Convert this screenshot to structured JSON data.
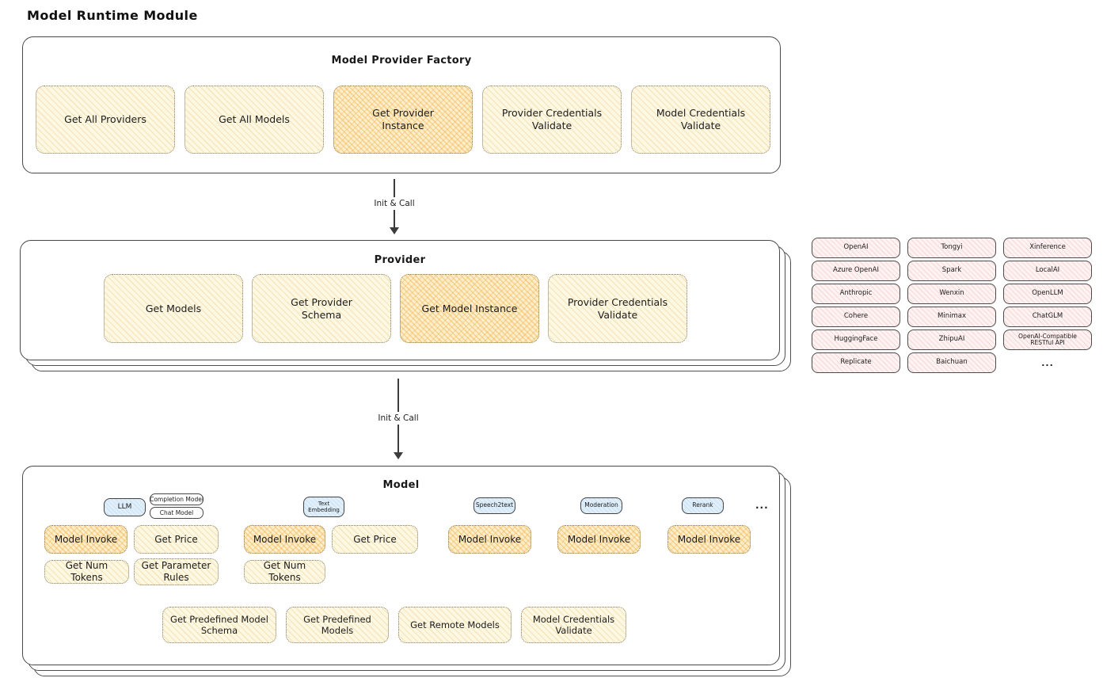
{
  "title": "Model Runtime Module",
  "colors": {
    "node_yellow_fill": "#fdf8e3",
    "node_yellow_hatch": "#e7c36e",
    "node_orange_fill": "#fbeecb",
    "node_orange_hatch": "#f2a634",
    "provider_pink_fill": "#fdf3f2",
    "provider_pink_hatch": "#e48080",
    "tab_blue_fill": "#e0effa",
    "outline": "#494949",
    "ink": "#1c1c1c"
  },
  "arrows": {
    "init_call_1": "Init & Call",
    "init_call_2": "Init & Call"
  },
  "factory": {
    "label": "Model Provider Factory",
    "boxes": [
      {
        "label": "Get All Providers",
        "highlight": false
      },
      {
        "label": "Get All Models",
        "highlight": false
      },
      {
        "label": "Get Provider Instance",
        "highlight": true
      },
      {
        "label": "Provider Credentials Validate",
        "highlight": false
      },
      {
        "label": "Model Credentials Validate",
        "highlight": false
      }
    ]
  },
  "provider": {
    "label": "Provider",
    "boxes": [
      {
        "label": "Get Models",
        "highlight": false
      },
      {
        "label": "Get Provider Schema",
        "highlight": false
      },
      {
        "label": "Get Model Instance",
        "highlight": true
      },
      {
        "label": "Provider Credentials Validate",
        "highlight": false
      }
    ]
  },
  "provider_list": {
    "items": [
      "OpenAI",
      "Tongyi",
      "Xinference",
      "Azure OpenAI",
      "Spark",
      "LocalAI",
      "Anthropic",
      "Wenxin",
      "OpenLLM",
      "Cohere",
      "Minimax",
      "ChatGLM",
      "HuggingFace",
      "ZhipuAI",
      "OpenAI-Compatible RESTful API",
      "Replicate",
      "Baichuan"
    ],
    "more": "..."
  },
  "model": {
    "label": "Model",
    "tabs": {
      "llm": "LLM",
      "completion_model": "Completion Model",
      "chat_model": "Chat Model",
      "text_embedding": "Text Embedding",
      "speech2text": "Speech2text",
      "moderation": "Moderation",
      "rerank": "Rerank",
      "more": "..."
    },
    "llm": {
      "invoke": "Model Invoke",
      "price": "Get Price",
      "tokens": "Get Num Tokens",
      "rules": "Get Parameter Rules"
    },
    "text_embedding": {
      "invoke": "Model Invoke",
      "price": "Get Price",
      "tokens": "Get Num Tokens"
    },
    "speech2text": {
      "invoke": "Model Invoke"
    },
    "moderation": {
      "invoke": "Model Invoke"
    },
    "rerank": {
      "invoke": "Model Invoke"
    },
    "bottom": [
      "Get Predefined Model Schema",
      "Get Predefined Models",
      "Get Remote Models",
      "Model Credentials Validate"
    ]
  }
}
